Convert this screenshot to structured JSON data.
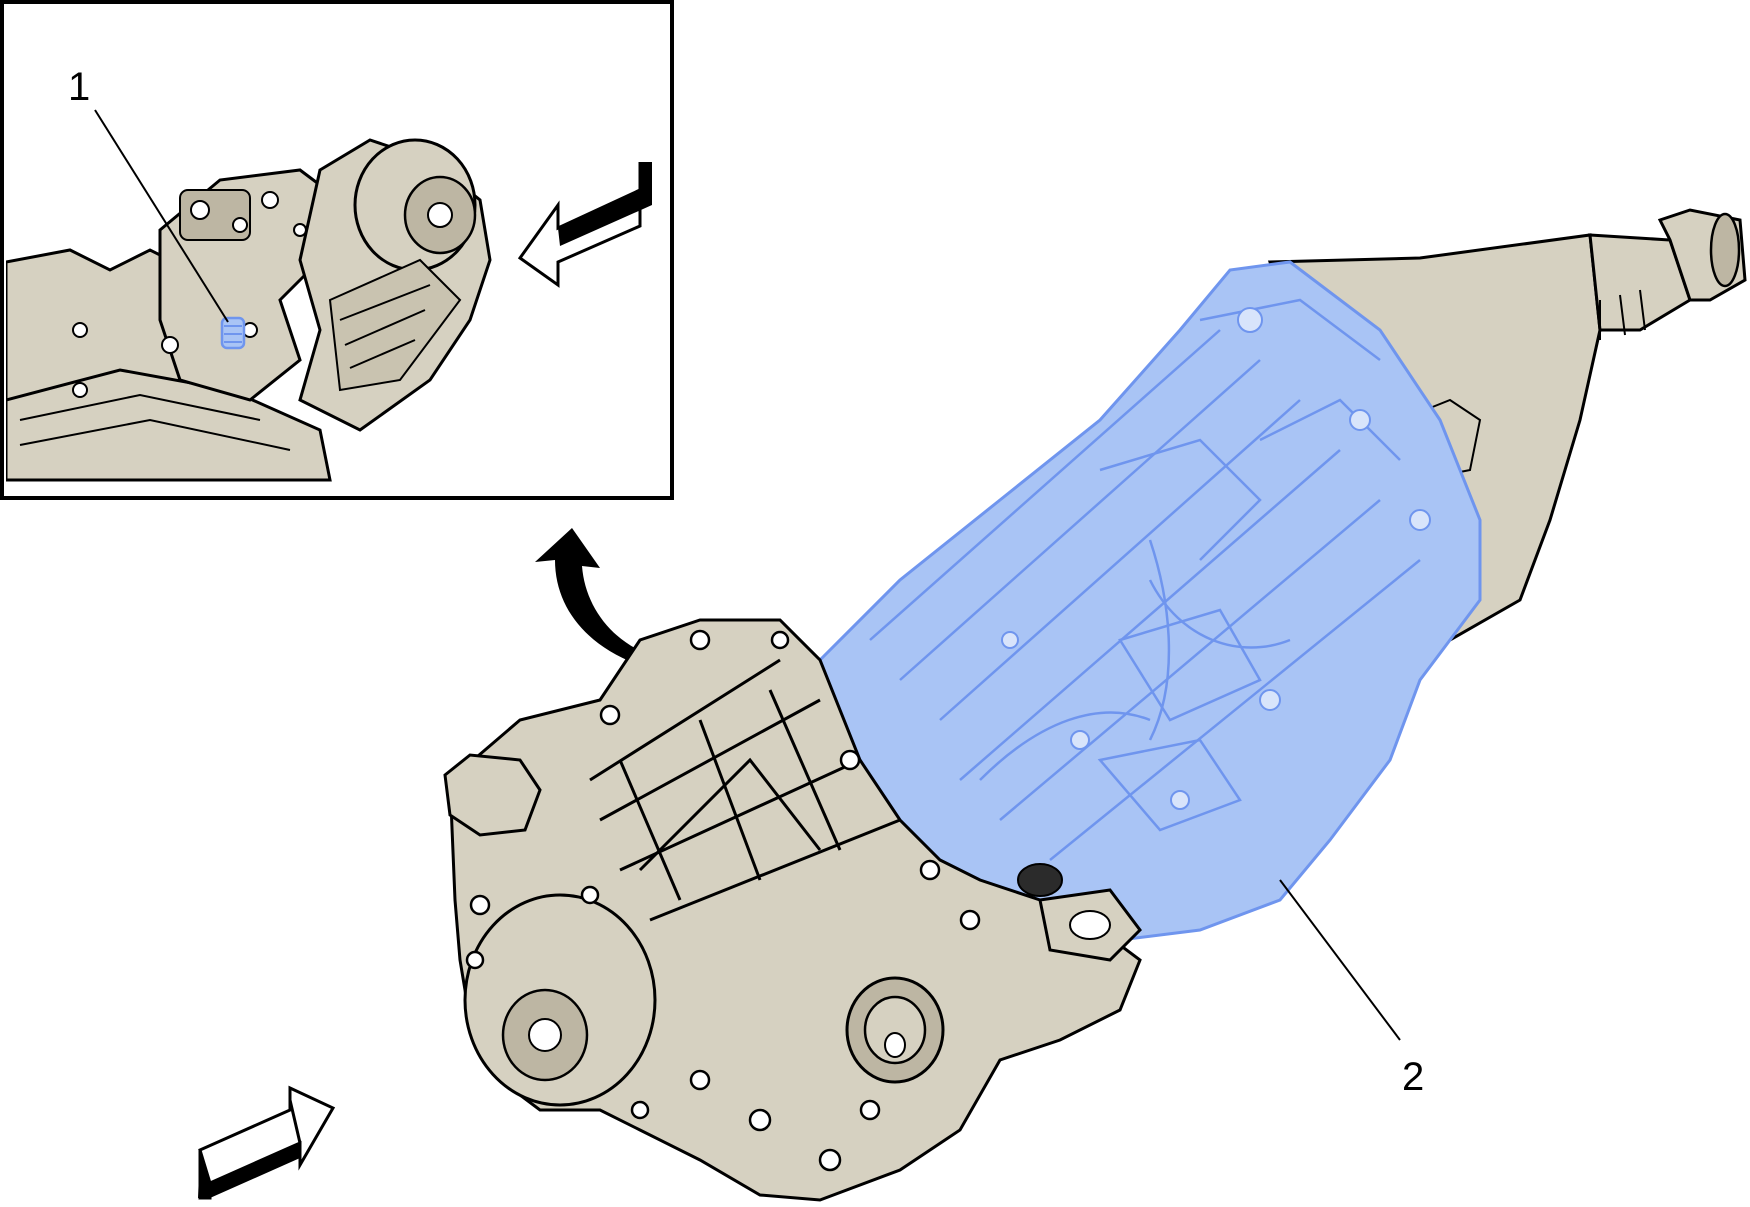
{
  "figure": {
    "callouts": [
      {
        "id": "1",
        "label": "1"
      },
      {
        "id": "2",
        "label": "2"
      }
    ],
    "colors": {
      "casting": "#d6d1c1",
      "casting_dark": "#bdb6a3",
      "highlight": "#a9c4f5",
      "highlight_stroke": "#6f95ee",
      "line": "#000000",
      "background": "#ffffff"
    },
    "icons": [
      "view-direction-arrow",
      "rotate-arrow",
      "inset-frame"
    ]
  }
}
